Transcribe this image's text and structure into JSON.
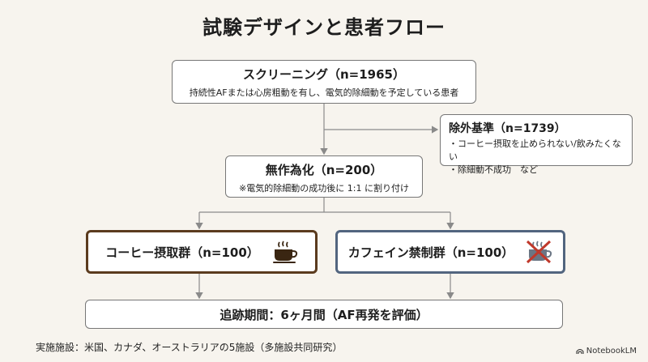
{
  "title": "試験デザインと患者フロー",
  "screening": {
    "heading": "スクリーニング（n=1965）",
    "sub": "持続性AFまたは心房粗動を有し、電気的除細動を予定している患者"
  },
  "exclusion": {
    "heading": "除外基準（n=1739）",
    "items": [
      "・コーヒー摂取を止められない/飲みたくない",
      "・除細動不成功　など"
    ]
  },
  "randomization": {
    "heading": "無作為化（n=200）",
    "sub": "※電気的除細動の成功後に 1:1 に割り付け"
  },
  "coffee_group": {
    "label": "コーヒー摂取群（n=100）",
    "icon": "coffee-cup-icon",
    "color": "#5b3b1e"
  },
  "caffeine_group": {
    "label": "カフェイン禁制群（n=100）",
    "icon": "no-coffee-icon",
    "color": "#52657f"
  },
  "follow_up": {
    "label": "追跡期間：6ヶ月間（AF再発を評価）"
  },
  "footer": "実施施設：米国、カナダ、オーストラリアの5施設（多施設共同研究）",
  "brand": "NotebookLM"
}
